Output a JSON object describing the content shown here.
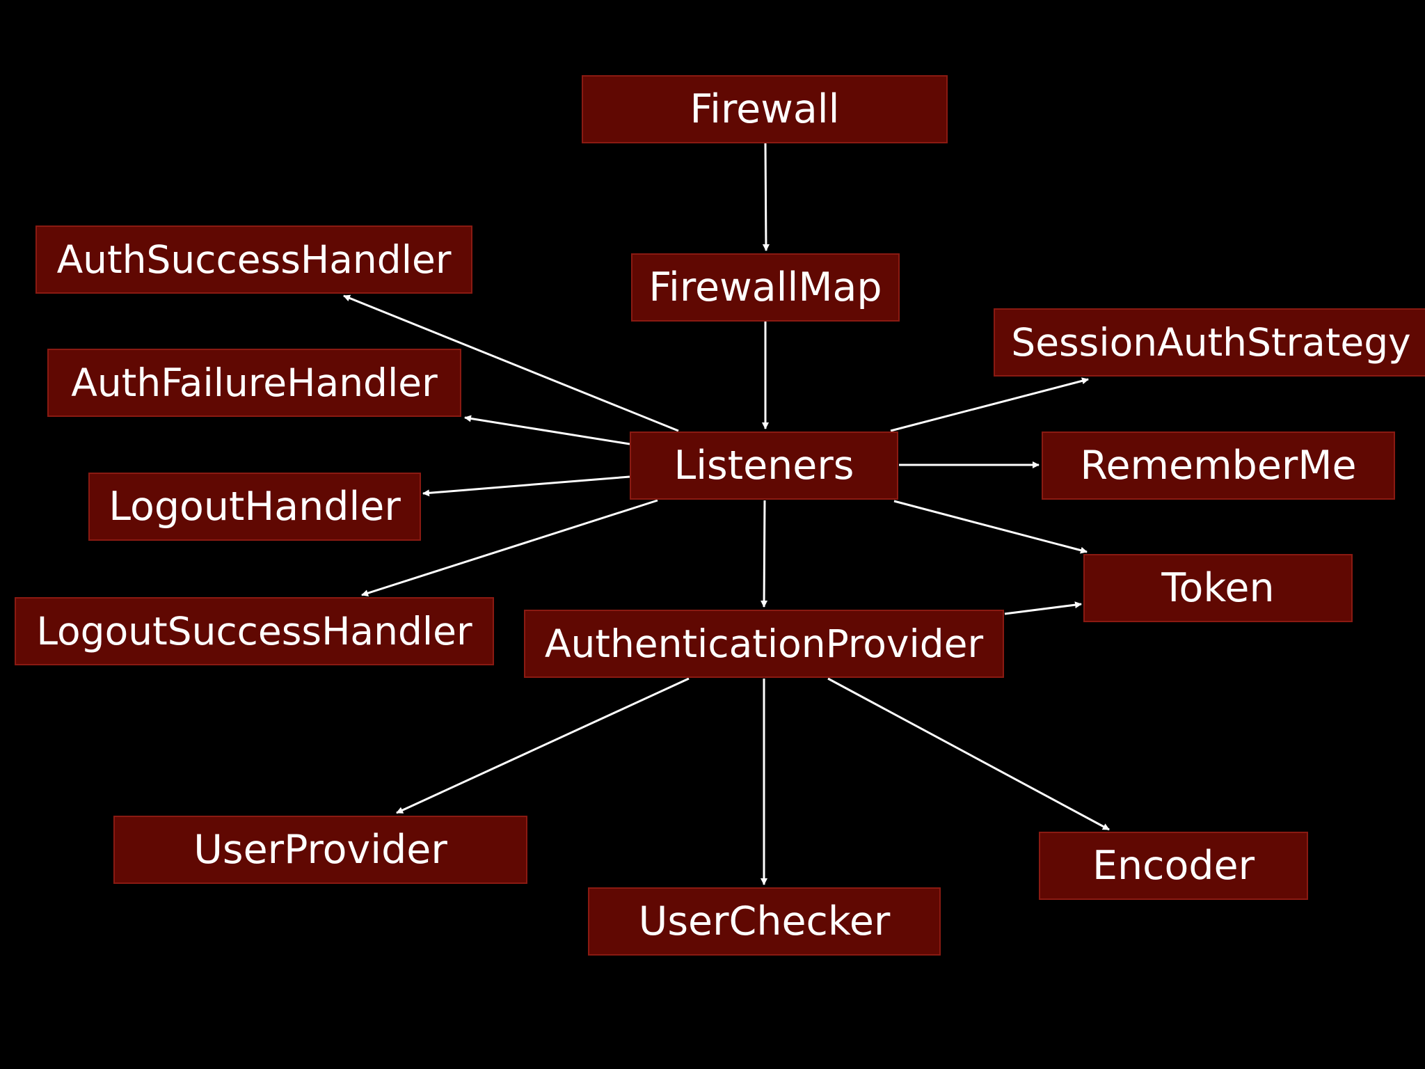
{
  "nodes": {
    "firewall": "Firewall",
    "firewall_map": "FirewallMap",
    "listeners": "Listeners",
    "auth_success_handler": "AuthSuccessHandler",
    "auth_failure_handler": "AuthFailureHandler",
    "logout_handler": "LogoutHandler",
    "logout_success_handler": "LogoutSuccessHandler",
    "session_auth_strategy": "SessionAuthStrategy",
    "remember_me": "RememberMe",
    "token": "Token",
    "authentication_provider": "AuthenticationProvider",
    "user_provider": "UserProvider",
    "user_checker": "UserChecker",
    "encoder": "Encoder"
  },
  "edges": [
    {
      "from": "firewall",
      "to": "firewall_map"
    },
    {
      "from": "firewall_map",
      "to": "listeners"
    },
    {
      "from": "listeners",
      "to": "auth_success_handler"
    },
    {
      "from": "listeners",
      "to": "auth_failure_handler"
    },
    {
      "from": "listeners",
      "to": "logout_handler"
    },
    {
      "from": "listeners",
      "to": "logout_success_handler"
    },
    {
      "from": "listeners",
      "to": "session_auth_strategy"
    },
    {
      "from": "listeners",
      "to": "remember_me"
    },
    {
      "from": "listeners",
      "to": "token"
    },
    {
      "from": "listeners",
      "to": "authentication_provider"
    },
    {
      "from": "authentication_provider",
      "to": "token"
    },
    {
      "from": "authentication_provider",
      "to": "user_provider"
    },
    {
      "from": "authentication_provider",
      "to": "user_checker"
    },
    {
      "from": "authentication_provider",
      "to": "encoder"
    }
  ],
  "colors": {
    "background": "#000000",
    "node_fill": "#600802",
    "node_border": "#8a1a12",
    "text": "#ffffff",
    "edge": "#ffffff"
  }
}
